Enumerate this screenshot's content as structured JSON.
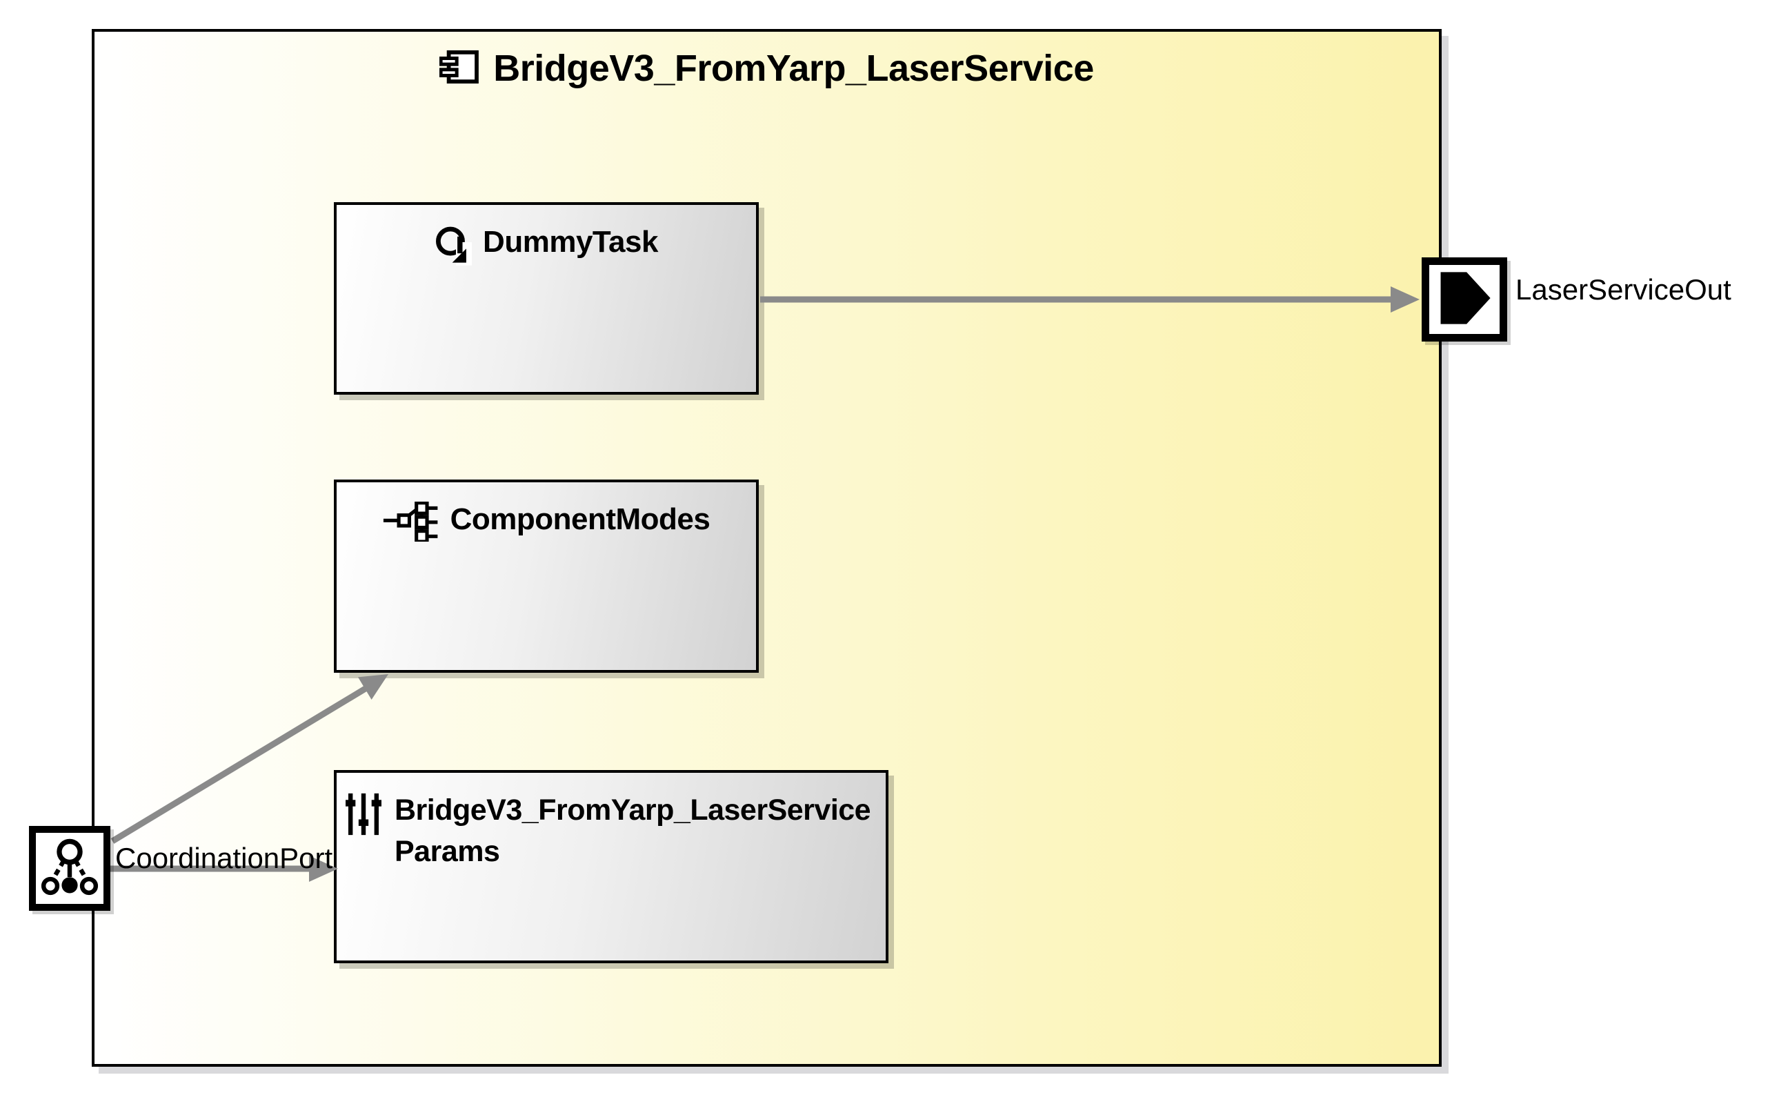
{
  "diagram": {
    "type": "uml-component-diagram",
    "container": {
      "title": "BridgeV3_FromYarp_LaserService",
      "title_icon": "uml-component-icon",
      "fill_gradient": [
        "#ffffff",
        "#fbf2ad"
      ],
      "border_color": "#000000"
    },
    "components": [
      {
        "name": "DummyTask",
        "icon": "task-loop-icon",
        "label_lines": [
          "DummyTask"
        ]
      },
      {
        "name": "ComponentModes",
        "icon": "modes-tree-icon",
        "label_lines": [
          "ComponentModes"
        ]
      },
      {
        "name": "BridgeV3_FromYarp_LaserServiceParams",
        "icon": "params-sliders-icon",
        "label_lines": [
          "BridgeV3_FromYarp_LaserService",
          "Params"
        ]
      }
    ],
    "ports": [
      {
        "name": "LaserServiceOut",
        "side": "right",
        "direction": "output",
        "icon": "out-port-pentagon-icon"
      },
      {
        "name": "CoordinationPort",
        "side": "left",
        "direction": "input",
        "icon": "coordination-port-icon"
      }
    ],
    "connections": [
      {
        "from": "DummyTask",
        "to": "LaserServiceOut",
        "style": "solid-gray-arrow"
      },
      {
        "from": "CoordinationPort",
        "to": "ComponentModes",
        "style": "solid-gray-arrow"
      },
      {
        "from": "CoordinationPort",
        "to": "BridgeV3_FromYarp_LaserServiceParams",
        "style": "solid-gray-arrow"
      }
    ],
    "colors": {
      "container_fill_end": "#fbf2ad",
      "box_fill_start": "#ffffff",
      "box_fill_end": "#d2d2d2",
      "arrow": "#8a8a8a",
      "border": "#000000"
    }
  }
}
